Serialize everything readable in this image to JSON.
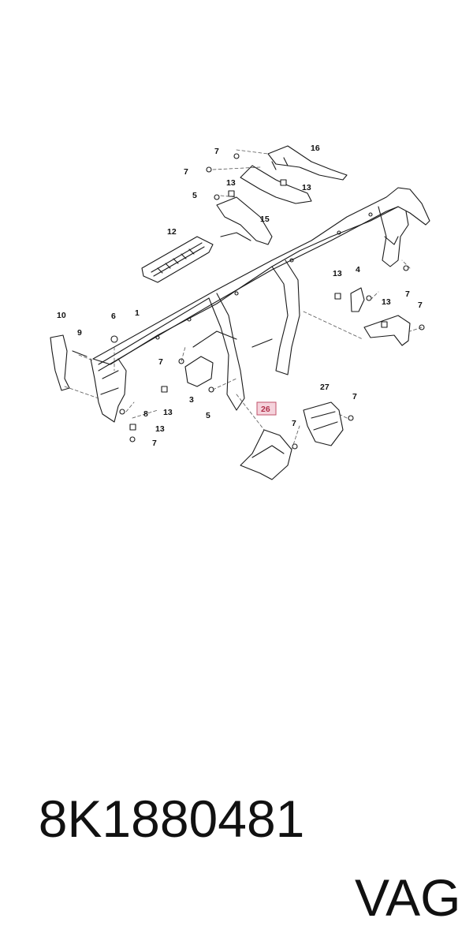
{
  "labels": {
    "l7a": "7",
    "l16": "16",
    "l7b": "7",
    "l13a": "13",
    "l13b": "13",
    "l5a": "5",
    "l15": "15",
    "l12": "12",
    "l13c": "13",
    "l4": "4",
    "l13d": "13",
    "l7c": "7",
    "l7d": "7",
    "l10": "10",
    "l6": "6",
    "l1": "1",
    "l9": "9",
    "l7e": "7",
    "l3": "3",
    "l13e": "13",
    "l5b": "5",
    "l8": "8",
    "l13f": "13",
    "l7f": "7",
    "l26": "26",
    "l27": "27",
    "l7g": "7",
    "l7h": "7"
  },
  "footer": {
    "part_number": "8K1880481",
    "brand": "VAG"
  },
  "colors": {
    "line": "#1a1a1a",
    "highlight_border": "#c0506a",
    "highlight_fill": "#f5d3dc",
    "dash": "#555555"
  }
}
